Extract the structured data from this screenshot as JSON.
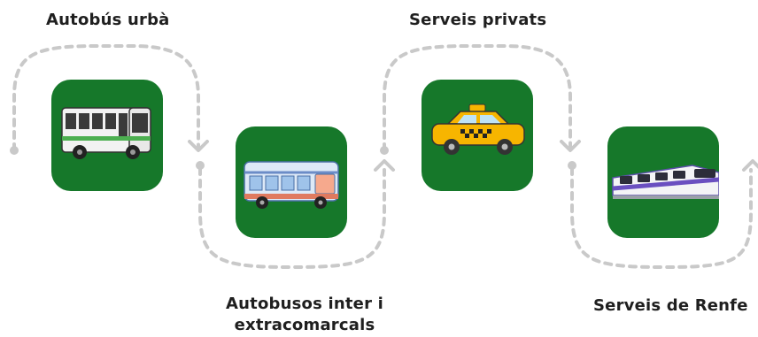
{
  "steps": [
    {
      "label": "Autobús urbà",
      "icon": "city-bus-icon"
    },
    {
      "label_lines": [
        "Autobusos inter i",
        "extracomarcals"
      ],
      "icon": "intercity-bus-icon"
    },
    {
      "label": "Serveis privats",
      "icon": "taxi-icon"
    },
    {
      "label": "Serveis de Renfe",
      "icon": "train-icon"
    }
  ],
  "colors": {
    "tile": "#16782a",
    "path": "#c9c9c9",
    "text": "#1f1f1f"
  }
}
